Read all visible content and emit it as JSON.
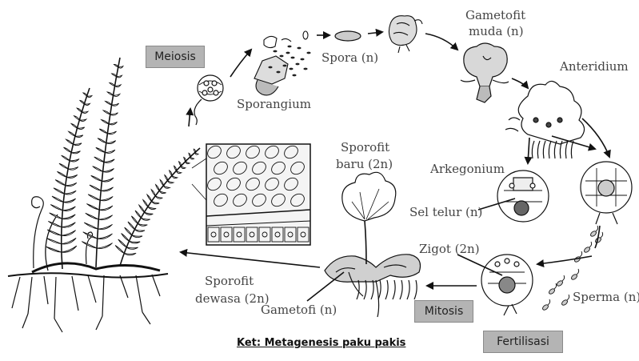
{
  "process_labels": {
    "meiosis": "Meiosis",
    "mitosis": "Mitosis",
    "fertilization": "Fertilisasi"
  },
  "stage_labels": {
    "sporangium": "Sporangium",
    "spore": "Spora (n)",
    "young_gametophyte_line1": "Gametofit",
    "young_gametophyte_line2": "muda (n)",
    "antheridium": "Anteridium",
    "archegonium": "Arkegonium",
    "egg_cell": "Sel telur (n)",
    "new_sporophyte_line1": "Sporofit",
    "new_sporophyte_line2": "baru (2n)",
    "zygote": "Zigot (2n)",
    "sperm": "Sperma (n)",
    "adult_sporophyte_line1": "Sporofit",
    "adult_sporophyte_line2": "dewasa (2n)",
    "gametophyte": "Gametofi (n)"
  },
  "caption": "Ket: Metagenesis paku pakis"
}
